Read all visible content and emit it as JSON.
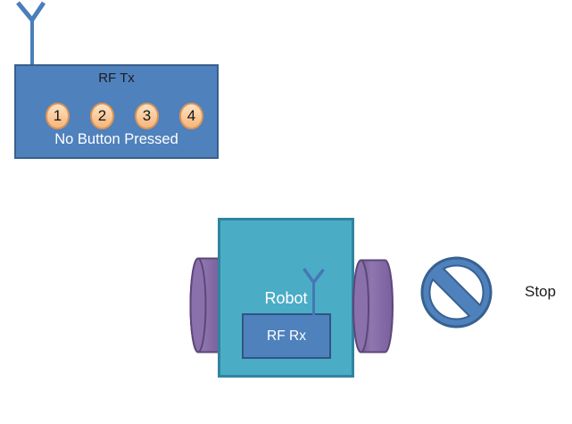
{
  "canvas": {
    "background": "#FFFFFF"
  },
  "transmitter": {
    "title": "RF Tx",
    "buttons": [
      "1",
      "2",
      "3",
      "4"
    ],
    "status": "No Button Pressed",
    "colors": {
      "box_fill": "#4F81BD",
      "box_border": "#38608C",
      "button_fill": "#FAC998",
      "button_border": "#DC9456",
      "antenna": "#4A7EBB"
    }
  },
  "robot": {
    "label": "Robot",
    "receiver": {
      "label": "RF Rx",
      "fill": "#4F81BD",
      "border": "#2E5683"
    },
    "colors": {
      "body_fill": "#4BACC6",
      "body_border": "#2F859E",
      "wheel_fill": "#8064A2",
      "wheel_cap_fill": "#8A71AB",
      "wheel_border": "#5D477A",
      "antenna": "#4677B4"
    }
  },
  "stop_sign": {
    "label": "Stop",
    "colors": {
      "fill": "#4F81BD",
      "border": "#37618F"
    }
  }
}
